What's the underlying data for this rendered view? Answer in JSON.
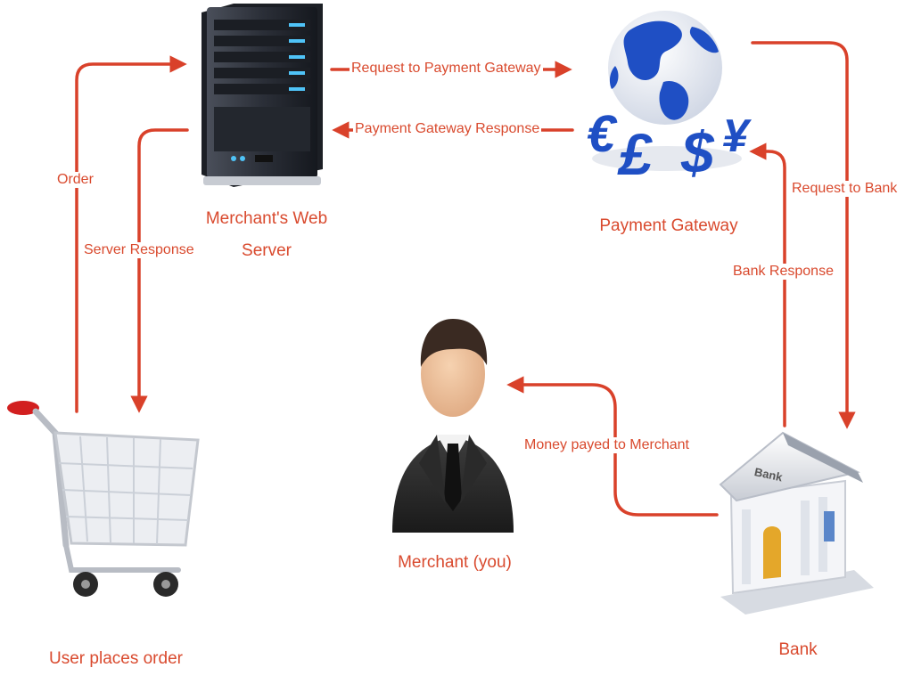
{
  "colors": {
    "arrow": "#d9412a",
    "label": "#d94a2e",
    "globe_land": "#1f4fc4",
    "server_body": "#2b2f38",
    "server_led": "#4fc3f7",
    "cart_handle": "#d21f1f",
    "bank_door": "#e4a72a"
  },
  "nodes": {
    "server": {
      "label": "Merchant's Web Server",
      "icon": "server-icon"
    },
    "gateway": {
      "label": "Payment Gateway",
      "icon": "globe-currency-icon",
      "symbols": [
        "€",
        "£",
        "$",
        "¥"
      ]
    },
    "user": {
      "label": "User places order",
      "icon": "shopping-cart-icon"
    },
    "merchant": {
      "label": "Merchant (you)",
      "icon": "businessman-icon"
    },
    "bank": {
      "label": "Bank",
      "icon": "bank-building-icon",
      "sign": "Bank"
    }
  },
  "edges": {
    "request_gateway": "Request to Payment Gateway",
    "gateway_response": "Payment Gateway Response",
    "order": "Order",
    "server_response": "Server Response",
    "request_bank": "Request to Bank",
    "bank_response": "Bank Response",
    "money_merchant": "Money payed to Merchant"
  }
}
